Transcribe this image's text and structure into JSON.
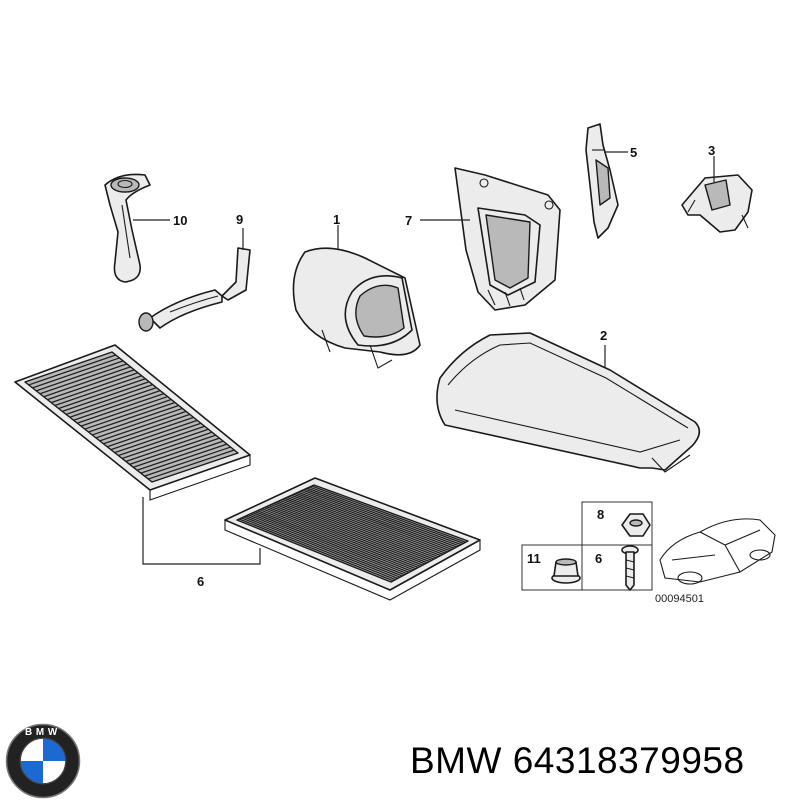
{
  "callouts": [
    "1",
    "2",
    "3",
    "5",
    "6",
    "7",
    "8",
    "9",
    "10",
    "11"
  ],
  "inset": {
    "label_8": "8",
    "label_11": "11",
    "label_6": "6"
  },
  "diagram_ref": "00094501",
  "brand": {
    "name": "BMW",
    "part_number": "64318379958",
    "logo_letters": "BMW"
  },
  "colors": {
    "line": "#1a1a1a",
    "fill": "#ececec",
    "logo_blue": "#1c69d4"
  }
}
